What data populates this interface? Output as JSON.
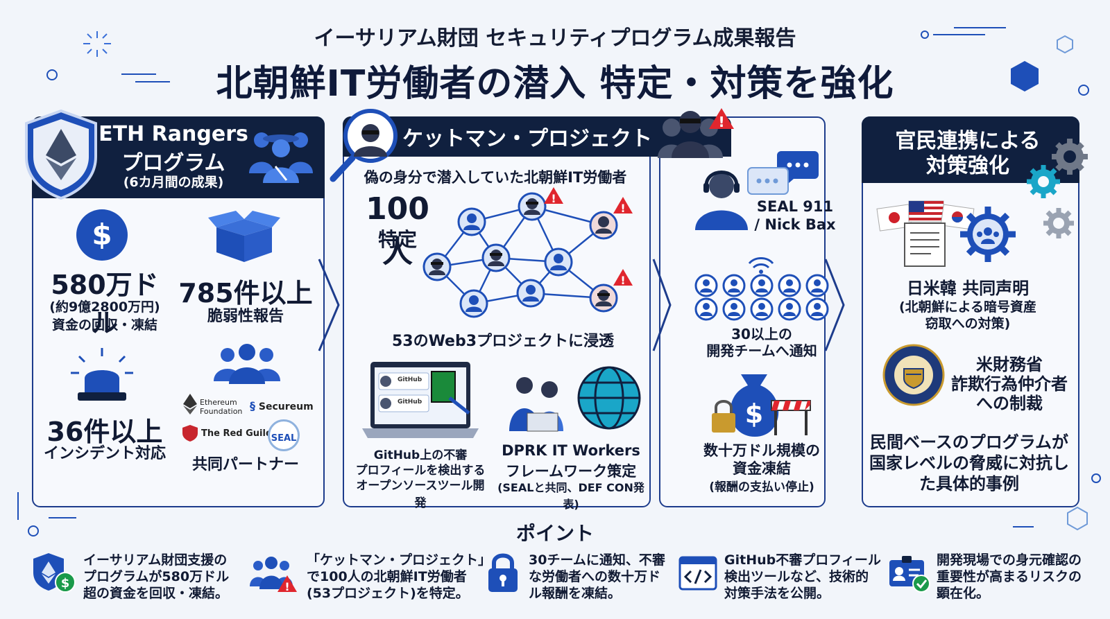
{
  "header": {
    "subtitle": "イーサリアム財団 セキュリティプログラム成果報告",
    "title": "北朝鮮IT労働者の潜入 特定・対策を強化"
  },
  "panel1": {
    "title_line1": "ETH Rangers",
    "title_line2": "プログラム",
    "title_line3": "(6カ月間の成果)",
    "funds_value": "580万ドル",
    "funds_yen": "(約9億2800万円)",
    "funds_label": "資金の回収・凍結",
    "vuln_value": "785件以上",
    "vuln_label": "脆弱性報告",
    "incident_value": "36件以上",
    "incident_label": "インシデント対応",
    "partners": [
      "Ethereum Foundation",
      "Secureum",
      "The Red Guild",
      "SEAL"
    ],
    "partners_label": "共同パートナー"
  },
  "panel2": {
    "title": "ケットマン・プロジェクト",
    "subtitle": "偽の身分で潜入していた北朝鮮IT労働者",
    "count_value": "100人",
    "count_label": "特定",
    "web3_label": "53のWeb3プロジェクトに浸透",
    "github_tag": "GitHub",
    "tool_line1": "GitHub上の不審",
    "tool_line2": "プロフィールを検出する",
    "tool_line3": "オープンソースツール開発",
    "fw_line1": "DPRK IT Workers",
    "fw_line2": "フレームワーク策定",
    "fw_line3": "(SEALと共同、DEF CON発表)"
  },
  "panel3": {
    "seal_line1": "SEAL 911",
    "seal_line2": "/ Nick Bax",
    "notify_line1": "30以上の",
    "notify_line2": "開発チームへ通知",
    "freeze_line1": "数十万ドル規模の",
    "freeze_line2": "資金凍結",
    "freeze_line3": "(報酬の支払い停止)"
  },
  "panel4": {
    "title_line1": "官民連携による",
    "title_line2": "対策強化",
    "joint_line1": "日米韓 共同声明",
    "joint_line2": "(北朝鮮による暗号資産",
    "joint_line3": "窃取への対策)",
    "treasury_line1": "米財務省",
    "treasury_line2": "詐欺行為仲介者",
    "treasury_line3": "への制裁",
    "summary_line1": "民間ベースのプログラムが",
    "summary_line2": "国家レベルの脅威に対抗し",
    "summary_line3": "た具体的事例"
  },
  "points": {
    "title": "ポイント",
    "items": [
      {
        "l1": "イーサリアム財団支援の",
        "l2": "プログラムが580万ドル",
        "l3": "超の資金を回収・凍結。",
        "icon": "shield-dollar-icon"
      },
      {
        "l1": "「ケットマン・プロジェクト」",
        "l2": "で100人の北朝鮮IT労働者",
        "l3": "(53プロジェクト)を特定。",
        "icon": "group-alert-icon"
      },
      {
        "l1": "30チームに通知、不審",
        "l2": "な労働者への数十万ド",
        "l3": "ル報酬を凍結。",
        "icon": "padlock-icon"
      },
      {
        "l1": "GitHub不審プロフィール",
        "l2": "検出ツールなど、技術的",
        "l3": "対策手法を公開。",
        "icon": "code-window-icon"
      },
      {
        "l1": "開発現場での身元確認の",
        "l2": "重要性が高まるリスクの",
        "l3": "顕在化。",
        "icon": "id-card-check-icon"
      }
    ]
  },
  "colors": {
    "navy": "#10203f",
    "blue": "#1e4fb8",
    "alert": "#e0262e",
    "teal": "#1aa6c8"
  }
}
